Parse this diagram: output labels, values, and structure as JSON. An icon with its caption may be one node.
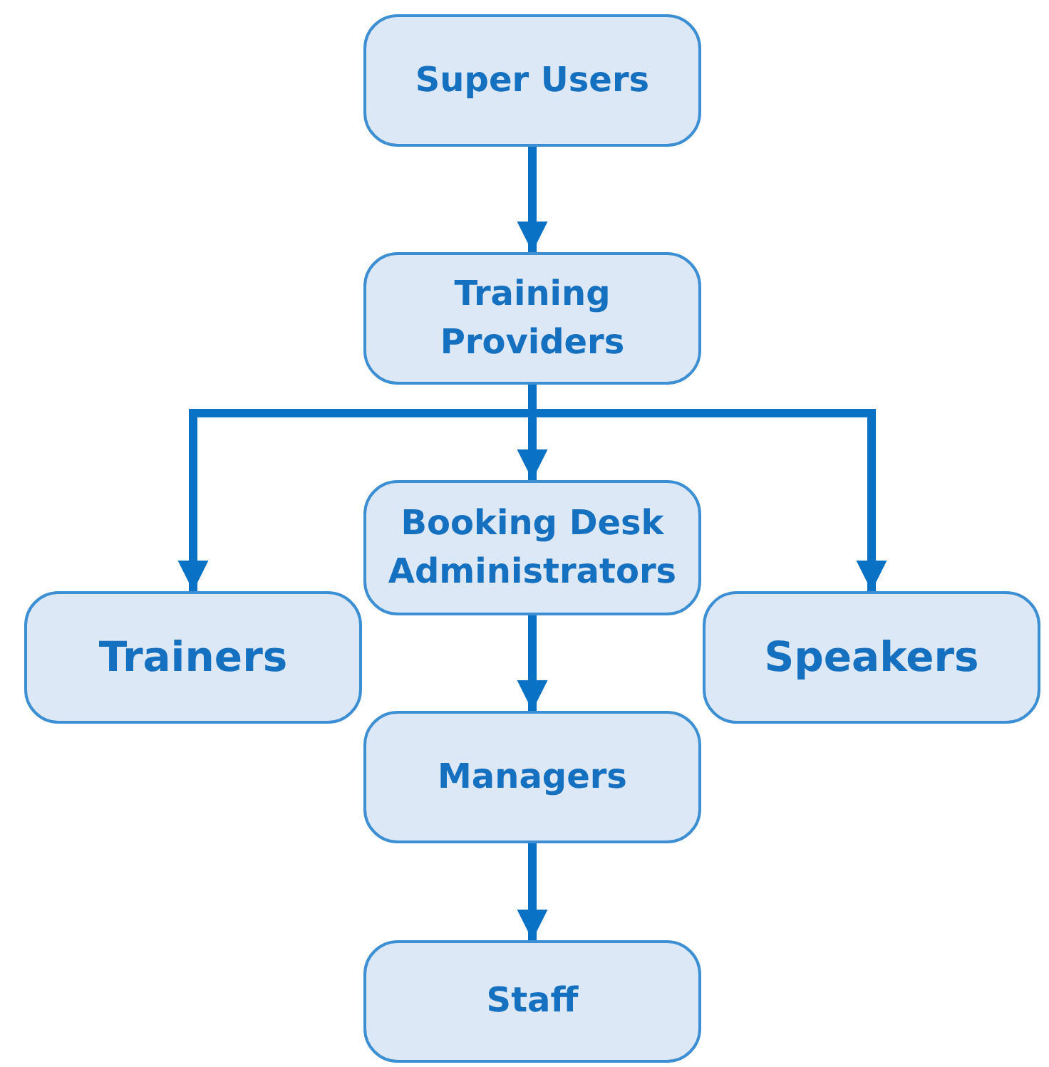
{
  "diagram": {
    "nodes": [
      {
        "text": [
          "Super Users"
        ]
      },
      {
        "text": [
          "Training Providers"
        ]
      },
      {
        "text": [
          "Booking Desk Administrators"
        ]
      },
      {
        "text": [
          "Trainers"
        ]
      },
      {
        "text": [
          "Speakers"
        ]
      },
      {
        "text": [
          "Managers"
        ]
      },
      {
        "text": [
          "Staff"
        ]
      }
    ],
    "edges": [
      {
        "from": 0,
        "to": 1,
        "arrow": "to"
      },
      {
        "from": 1,
        "to": 2,
        "arrow": "to"
      },
      {
        "from": 1,
        "to": 3,
        "arrow": "to"
      },
      {
        "from": 1,
        "to": 4,
        "arrow": "to"
      },
      {
        "from": 2,
        "to": 5,
        "arrow": "to"
      },
      {
        "from": 5,
        "to": 6,
        "arrow": "to"
      }
    ]
  }
}
